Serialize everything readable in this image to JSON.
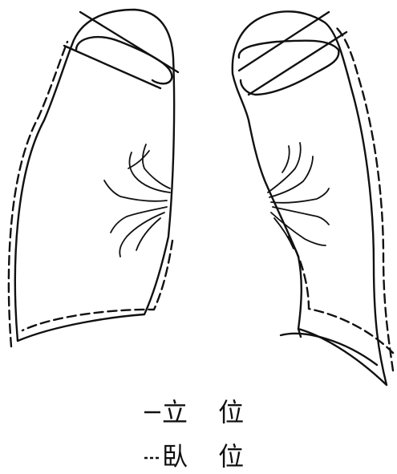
{
  "figure": {
    "legend": [
      {
        "style": "solid",
        "label": "立 位"
      },
      {
        "style": "dashed",
        "label": "臥 位"
      }
    ],
    "colors": {
      "stroke": "#111111",
      "background": "#ffffff"
    }
  }
}
